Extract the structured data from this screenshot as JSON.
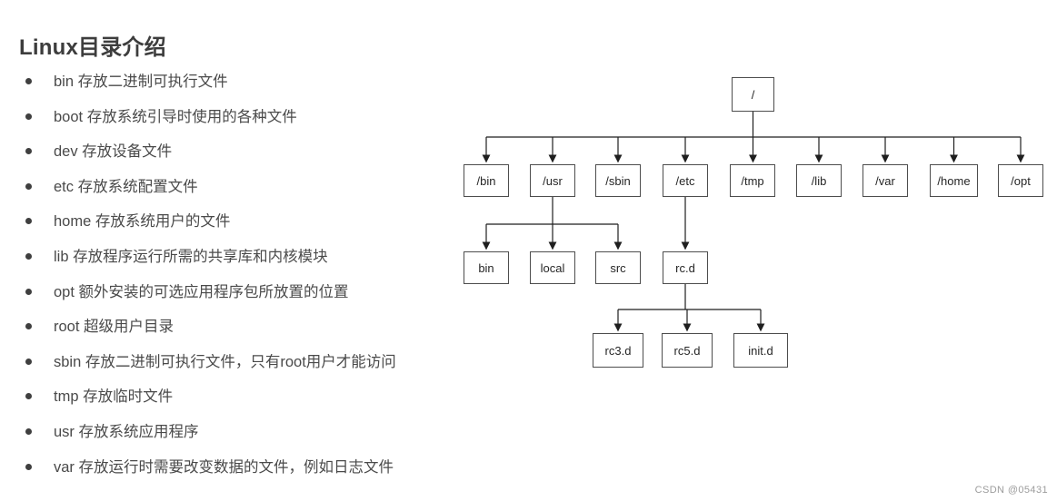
{
  "header": {
    "title": "Linux目录介绍"
  },
  "bullet_list": {
    "items": [
      "bin 存放二进制可执行文件",
      "boot 存放系统引导时使用的各种文件",
      "dev 存放设备文件",
      "etc 存放系统配置文件",
      "home 存放系统用户的文件",
      "lib 存放程序运行所需的共享库和内核模块",
      "opt 额外安装的可选应用程序包所放置的位置",
      "root 超级用户目录",
      "sbin 存放二进制可执行文件，只有root用户才能访问",
      "tmp 存放临时文件",
      "usr 存放系统应用程序",
      "var 存放运行时需要改变数据的文件，例如日志文件"
    ]
  },
  "diagram": {
    "type": "tree",
    "nodes": {
      "root_label": "/",
      "level1": [
        "/bin",
        "/usr",
        "/sbin",
        "/etc",
        "/tmp",
        "/lib",
        "/var",
        "/home",
        "/opt"
      ],
      "usr_children": [
        "bin",
        "local",
        "src"
      ],
      "etc_children": [
        "rc.d"
      ],
      "rc_d_children": [
        "rc3.d",
        "rc5.d",
        "init.d"
      ]
    }
  },
  "watermark": "CSDN @05431"
}
